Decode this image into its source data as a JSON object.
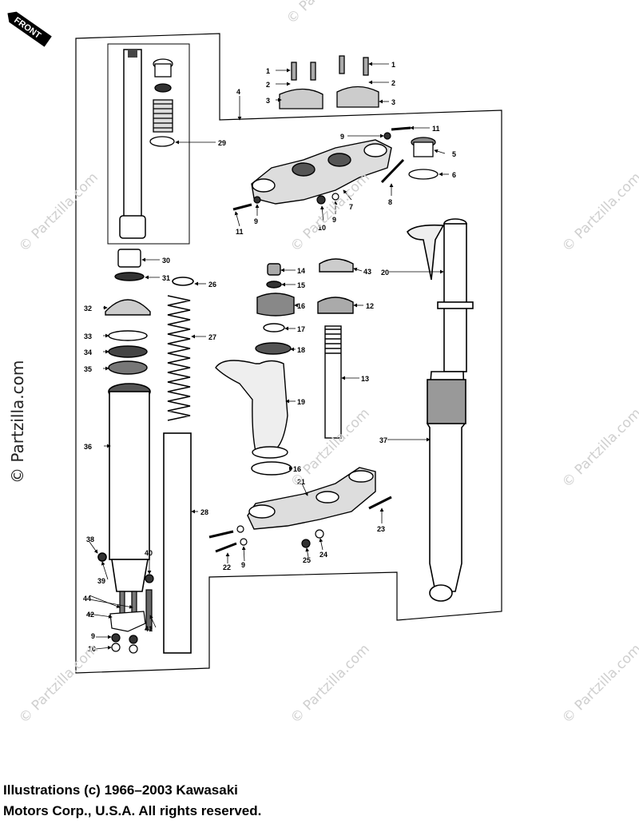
{
  "front_tag": "FRONT",
  "copyright_footer": {
    "line1": "Illustrations (c) 1966–2003 Kawasaki",
    "line2": "Motors Corp., U.S.A.  All rights reserved."
  },
  "watermark": "© Partzilla.com",
  "watermark_side": "© Partzilla.com",
  "callouts": [
    {
      "id": "c1a",
      "text": "1"
    },
    {
      "id": "c1b",
      "text": "1"
    },
    {
      "id": "c2a",
      "text": "2"
    },
    {
      "id": "c2b",
      "text": "2"
    },
    {
      "id": "c3a",
      "text": "3"
    },
    {
      "id": "c3b",
      "text": "3"
    },
    {
      "id": "c4",
      "text": "4"
    },
    {
      "id": "c5",
      "text": "5"
    },
    {
      "id": "c6",
      "text": "6"
    },
    {
      "id": "c7",
      "text": "7"
    },
    {
      "id": "c8",
      "text": "8"
    },
    {
      "id": "c9a",
      "text": "9"
    },
    {
      "id": "c9b",
      "text": "9"
    },
    {
      "id": "c9c",
      "text": "9"
    },
    {
      "id": "c9d",
      "text": "9"
    },
    {
      "id": "c9e",
      "text": "9"
    },
    {
      "id": "c10a",
      "text": "10"
    },
    {
      "id": "c10b",
      "text": "10"
    },
    {
      "id": "c11a",
      "text": "11"
    },
    {
      "id": "c11b",
      "text": "11"
    },
    {
      "id": "c12",
      "text": "12"
    },
    {
      "id": "c13",
      "text": "13"
    },
    {
      "id": "c14",
      "text": "14"
    },
    {
      "id": "c15",
      "text": "15"
    },
    {
      "id": "c16a",
      "text": "16"
    },
    {
      "id": "c16b",
      "text": "16"
    },
    {
      "id": "c17",
      "text": "17"
    },
    {
      "id": "c18",
      "text": "18"
    },
    {
      "id": "c19",
      "text": "19"
    },
    {
      "id": "c20",
      "text": "20"
    },
    {
      "id": "c21",
      "text": "21"
    },
    {
      "id": "c22",
      "text": "22"
    },
    {
      "id": "c23",
      "text": "23"
    },
    {
      "id": "c24",
      "text": "24"
    },
    {
      "id": "c25",
      "text": "25"
    },
    {
      "id": "c26",
      "text": "26"
    },
    {
      "id": "c27",
      "text": "27"
    },
    {
      "id": "c28",
      "text": "28"
    },
    {
      "id": "c29",
      "text": "29"
    },
    {
      "id": "c30",
      "text": "30"
    },
    {
      "id": "c31",
      "text": "31"
    },
    {
      "id": "c32",
      "text": "32"
    },
    {
      "id": "c33",
      "text": "33"
    },
    {
      "id": "c34",
      "text": "34"
    },
    {
      "id": "c35",
      "text": "35"
    },
    {
      "id": "c36",
      "text": "36"
    },
    {
      "id": "c37",
      "text": "37"
    },
    {
      "id": "c38",
      "text": "38"
    },
    {
      "id": "c39",
      "text": "39"
    },
    {
      "id": "c40",
      "text": "40"
    },
    {
      "id": "c41",
      "text": "41"
    },
    {
      "id": "c42",
      "text": "42"
    },
    {
      "id": "c43",
      "text": "43"
    },
    {
      "id": "c44",
      "text": "44"
    }
  ]
}
